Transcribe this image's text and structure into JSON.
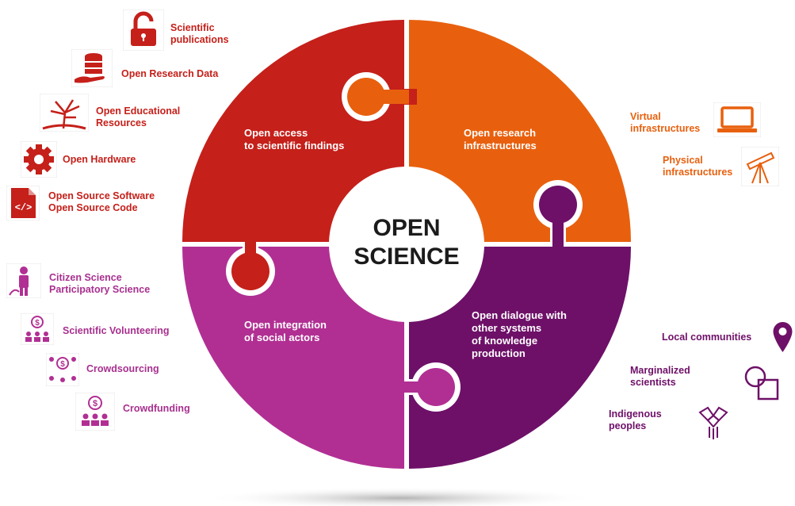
{
  "colors": {
    "red": "#c5201a",
    "orange": "#e8600e",
    "magenta": "#b12f93",
    "purple": "#6e1068",
    "center_text": "#1b1b1b"
  },
  "center": {
    "title": "OPEN\nSCIENCE"
  },
  "quadrants": {
    "top_left": {
      "label": "Open access\nto scientific findings",
      "color": "#c5201a"
    },
    "top_right": {
      "label": "Open research\ninfrastructures",
      "color": "#e8600e"
    },
    "bottom_left": {
      "label": "Open integration\nof social actors",
      "color": "#b12f93"
    },
    "bottom_right": {
      "label": "Open dialogue with\nother systems\nof knowledge\nproduction",
      "color": "#6e1068"
    }
  },
  "left_top_items": [
    {
      "label": "Scientific\npublications",
      "icon": "open-lock-icon"
    },
    {
      "label": "Open Research Data",
      "icon": "data-stack-hand-icon"
    },
    {
      "label": "Open Educational\nResources",
      "icon": "tree-icon"
    },
    {
      "label": "Open Hardware",
      "icon": "gear-icon"
    },
    {
      "label": "Open Source Software\nOpen Source Code",
      "icon": "code-file-icon"
    }
  ],
  "left_bottom_items": [
    {
      "label": "Citizen Science\nParticipatory Science",
      "icon": "citizen-icon"
    },
    {
      "label": "Scientific Volunteering",
      "icon": "volunteer-icon"
    },
    {
      "label": "Crowdsourcing",
      "icon": "crowdsourcing-icon"
    },
    {
      "label": "Crowdfunding",
      "icon": "crowdfunding-icon"
    }
  ],
  "right_top_items": [
    {
      "label": "Virtual\ninfrastructures",
      "icon": "laptop-icon"
    },
    {
      "label": "Physical\ninfrastructures",
      "icon": "telescope-icon"
    }
  ],
  "right_bottom_items": [
    {
      "label": "Local communities",
      "icon": "location-pin-icon"
    },
    {
      "label": "Marginalized\nscientists",
      "icon": "overlap-squares-icon"
    },
    {
      "label": "Indigenous\npeoples",
      "icon": "joined-hands-icon"
    }
  ]
}
